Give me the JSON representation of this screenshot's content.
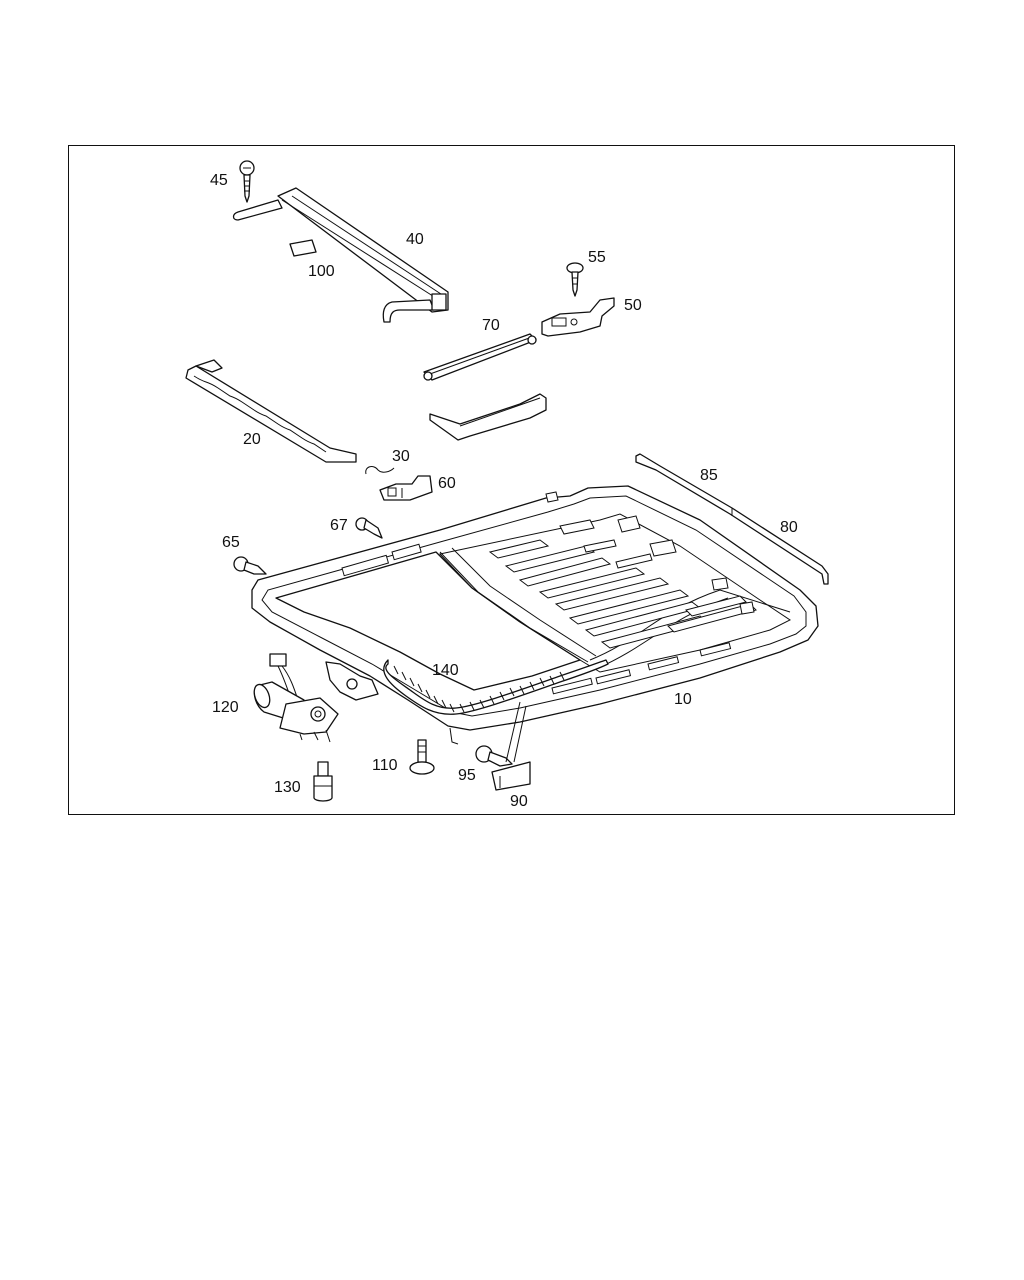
{
  "diagram": {
    "labels": {
      "l45": "45",
      "l40": "40",
      "l100": "100",
      "l55": "55",
      "l50": "50",
      "l70": "70",
      "l20": "20",
      "l30": "30",
      "l60": "60",
      "l85": "85",
      "l80": "80",
      "l67": "67",
      "l65": "65",
      "l140": "140",
      "l120": "120",
      "l10": "10",
      "l110": "110",
      "l95": "95",
      "l130": "130",
      "l90": "90"
    }
  }
}
